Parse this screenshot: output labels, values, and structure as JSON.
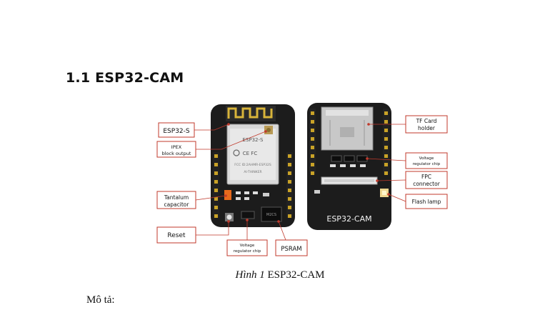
{
  "section": {
    "number": "1.1",
    "title": "1.1 ESP32-CAM"
  },
  "figure": {
    "callouts": {
      "esp32s": "ESP32-S",
      "ipex_line1": "IPEX",
      "ipex_line2": "block output",
      "tantalum_line1": "Tantalum",
      "tantalum_line2": "capacitor",
      "reset": "Reset",
      "vreg_front_line1": "Voltage",
      "vreg_front_line2": "regulator chip",
      "psram": "PSRAM",
      "tf_line1": "TF Card",
      "tf_line2": "holder",
      "vreg_back_line1": "Voltage",
      "vreg_back_line2": "regulator chip",
      "fpc_line1": "FPC",
      "fpc_line2": "connector",
      "flash": "Flash lamp"
    },
    "board_silkscreen": {
      "module_name": "ESP32-S",
      "module_fcc": "FCC ID:2AHMR-ESP32S",
      "back_label": "ESP32-CAM",
      "psram_chip": "M2CS"
    },
    "colors": {
      "callout_border": "#c0392b",
      "pcb": "#1c1c1c",
      "pin_gold": "#c9a227"
    }
  },
  "caption": {
    "prefix": "Hình 1",
    "text": " ESP32-CAM"
  },
  "description": {
    "label": "Mô tả:"
  }
}
